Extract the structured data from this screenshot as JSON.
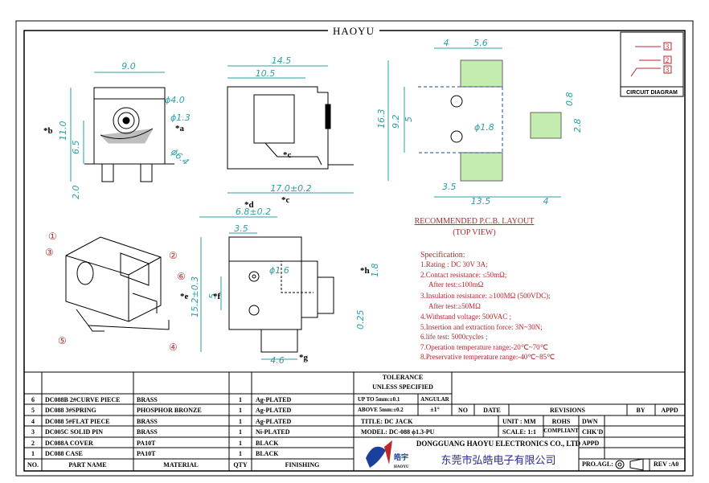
{
  "frame": {
    "title": "HAOYU"
  },
  "dims": {
    "top_front": {
      "width": "9.0",
      "d1": "ϕ4.0",
      "d2": "ϕ1.3",
      "d3": "ϕ6.4",
      "h_total": "11.0",
      "h_mid": "6.5",
      "h_pin": "2.0"
    },
    "side": {
      "w1": "14.5",
      "w2": "10.5",
      "w3": "17.0±0.2"
    },
    "pcb": {
      "a": "4",
      "b": "5.6",
      "h1": "16.3",
      "h2": "9.2",
      "h3": "5",
      "d": "ϕ1.8",
      "bot1": "3.5",
      "bot2": "13.5",
      "pad_w": "4",
      "pad_a": "0.8",
      "pad_b": "2.8"
    },
    "front": {
      "a": "6.8±0.2",
      "b": "3.5",
      "d": "ϕ1.6",
      "h1": "15.2±0.3",
      "h2": "5",
      "c": "1.8",
      "e": "0.25",
      "bot": "4.6"
    }
  },
  "markers": {
    "a": "*a",
    "b": "*b",
    "c": "*c",
    "d": "*d",
    "e": "*e",
    "f": "*f",
    "g": "*g",
    "h": "*h"
  },
  "balloons": [
    "①",
    "②",
    "③",
    "④",
    "⑤",
    "⑥"
  ],
  "circuit": {
    "label": "CIRCUIT DIAGRAM",
    "pins": [
      "3",
      "2",
      "3"
    ]
  },
  "layout": {
    "title": "RECOMMENDED P.C.B. LAYOUT",
    "sub": "(TOP VIEW)"
  },
  "spec": {
    "title": "Specification:",
    "lines": [
      "1.Rating : DC 30V 3A;",
      "2.Contact resistance: ≤50mΩ;",
      "  After test:≤100mΩ",
      "3.Insulation resistance: ≥100MΩ (500VDC);",
      "  After test:≥50MΩ",
      "4.Withstand voltage: 500VAC ;",
      "5.Insertion and extraction force: 3N~30N;",
      "6.life test: 5000cycles ;",
      "7.Operation temperature range:-20℃~70℃",
      "8.Preservative temperature range:-40℃~85℃"
    ]
  },
  "bom": {
    "headers": [
      "NO.",
      "PART NAME",
      "MATERIAL",
      "QTY",
      "FINISHING"
    ],
    "rows": [
      [
        "6",
        "DC088B 2#CURVE PIECE",
        "BRASS",
        "1",
        "Ag-PLATED"
      ],
      [
        "5",
        "DC088 3#SPRING",
        "PHOSPHOR BRONZE",
        "1",
        "Ag-PLATED"
      ],
      [
        "4",
        "DC088 5#FLAT PIECE",
        "BRASS",
        "1",
        "Ag-PLATED"
      ],
      [
        "3",
        "DC005C SOLID PIN",
        "BRASS",
        "1",
        "Ni-PLATED"
      ],
      [
        "2",
        "DC088A COVER",
        "PA10T",
        "1",
        "BLACK"
      ],
      [
        "1",
        "DC088 CASE",
        "PA10T",
        "1",
        "BLACK"
      ]
    ]
  },
  "titleblock": {
    "tol1": "TOLERANCE",
    "tol2": "UNLESS SPECIFIED",
    "up5": "UP TO 5mm:±0.1",
    "ab5": "ABOVE 5mm:±0.2",
    "ang": "ANGULAR",
    "angv": "±1°",
    "no": "NO",
    "date": "DATE",
    "revisions": "REVISIONS",
    "by": "BY",
    "appd": "APPD",
    "title": "TITLE: DC JACK",
    "model": "MODEL: DC-088 ϕ1.3-PU",
    "unit": "UNIT : MM",
    "scale": "SCALE: 1:1",
    "rohs": "ROHS",
    "compliant": "COMPLIANT",
    "dwn": "DWN",
    "chkd": "CHK'D",
    "appd2": "APPD",
    "company": "DONGGUANG HAOYU ELECTRONICS CO., LTD",
    "company_cn": "东莞市弘皓电子有限公司",
    "logo_text": "皓宇",
    "logo_sub": "HAOYU",
    "proagl": "PRO.AGL:",
    "rev": "REV :A0"
  }
}
